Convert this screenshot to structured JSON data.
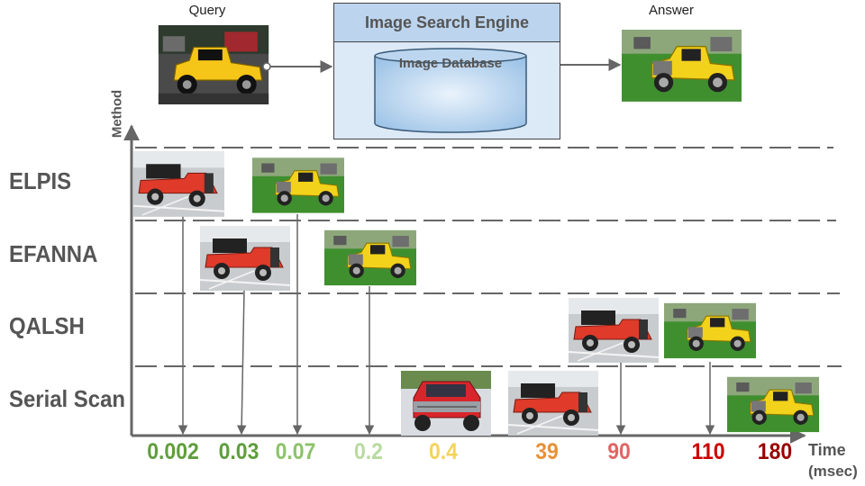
{
  "pipeline": {
    "query_label": "Query",
    "engine_label": "Image Search Engine",
    "database_label": "Image Database",
    "answer_label": "Answer"
  },
  "axes": {
    "y_title": "Method",
    "x_title_line1": "Time",
    "x_title_line2": "(msec)"
  },
  "methods": [
    "ELPIS",
    "EFANNA",
    "QALSH",
    "Serial Scan"
  ],
  "colors": {
    "axis": "#666666",
    "red_car_body": "#e03a2a",
    "yellow_car_body": "#f2d21b",
    "grass": "#3f8f2f",
    "asphalt": "#c9cccf"
  },
  "chart_data": {
    "type": "timeline",
    "methods": [
      "ELPIS",
      "EFANNA",
      "QALSH",
      "Serial Scan"
    ],
    "time_ticks": [
      {
        "label": "0.002",
        "color": "#5f9e3c"
      },
      {
        "label": "0.03",
        "color": "#5f9e3c"
      },
      {
        "label": "0.07",
        "color": "#8cc26a"
      },
      {
        "label": "0.2",
        "color": "#b8dba0"
      },
      {
        "label": "0.4",
        "color": "#f5d35b"
      },
      {
        "label": "39",
        "color": "#e69138"
      },
      {
        "label": "90",
        "color": "#e06666"
      },
      {
        "label": "110",
        "color": "#cc0000"
      },
      {
        "label": "180",
        "color": "#990000"
      }
    ],
    "results": [
      {
        "method": "ELPIS",
        "result": "red car",
        "time": "0.002"
      },
      {
        "method": "ELPIS",
        "result": "yellow car",
        "time": "0.07"
      },
      {
        "method": "EFANNA",
        "result": "red car",
        "time": "0.03"
      },
      {
        "method": "EFANNA",
        "result": "yellow car",
        "time": "0.2"
      },
      {
        "method": "QALSH",
        "result": "red car",
        "time": "90"
      },
      {
        "method": "QALSH",
        "result": "yellow car",
        "time": "110"
      },
      {
        "method": "Serial Scan",
        "result": "red truck",
        "time": "0.4"
      },
      {
        "method": "Serial Scan",
        "result": "red car",
        "time": "39"
      },
      {
        "method": "Serial Scan",
        "result": "yellow car",
        "time": "180"
      }
    ]
  }
}
